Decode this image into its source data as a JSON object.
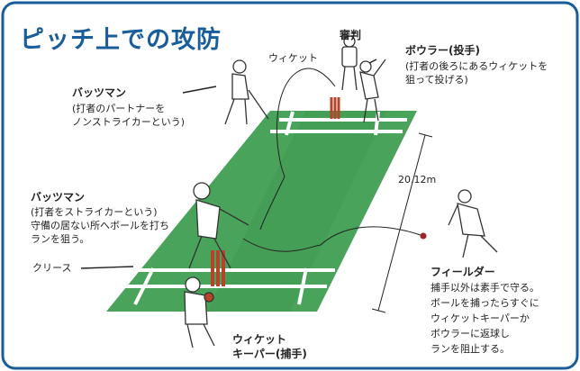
{
  "title": "ピッチ上での攻防",
  "labels": {
    "umpire": "審判",
    "wicket": "ウィケット",
    "bowler_title": "ボウラー(投手)",
    "bowler_desc": [
      "(打者の後ろにあるウィケットを",
      "狙って投げる)"
    ],
    "batsman_ns_title": "バッツマン",
    "batsman_ns_desc": [
      "(打者のパートナーを",
      "ノンストライカーという)"
    ],
    "batsman_st_title": "バッツマン",
    "batsman_st_desc": [
      "(打者をストライカーという)",
      "守備の居ない所へボールを打ち",
      "ランを狙う。"
    ],
    "distance": "20.12m",
    "crease": "クリース",
    "fielder_title": "フィールダー",
    "fielder_desc": [
      "捕手以外は素手で守る。",
      "ボールを捕ったらすぐに",
      "ウィケットキーパーか",
      "ボウラーに返球し",
      "ランを阻止する。"
    ],
    "keeper_title": [
      "ウィケット",
      "キーパー(捕手)"
    ]
  },
  "colors": {
    "title": "#1a5d9b",
    "frame": "#1a5d9b",
    "pitch": "#4aa35a",
    "ball": "#a31f2a",
    "stumps": "#b5442a"
  }
}
